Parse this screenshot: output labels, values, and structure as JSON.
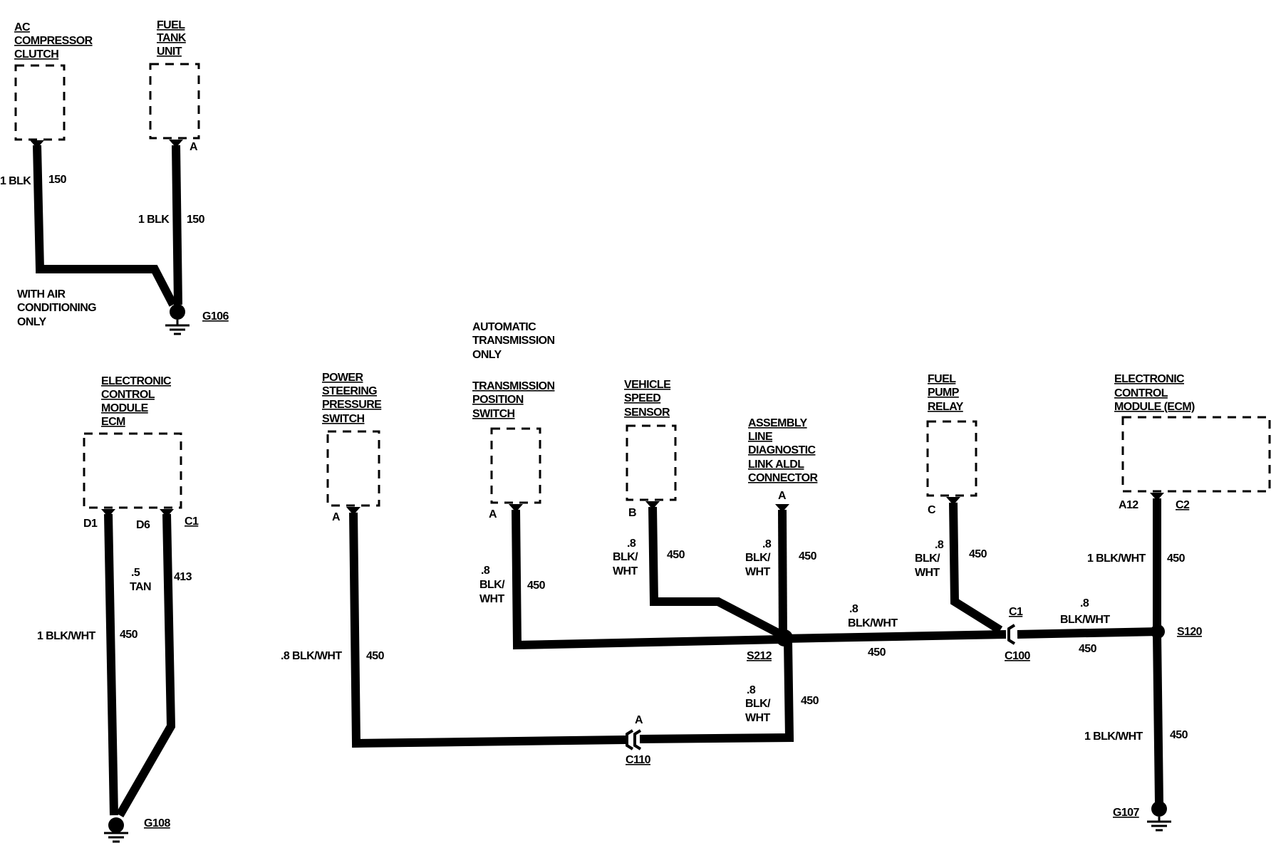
{
  "components": {
    "ac_clutch": [
      "AC",
      "COMPRESSOR",
      "CLUTCH"
    ],
    "fuel_tank": [
      "FUEL",
      "TANK",
      "UNIT"
    ],
    "ecm_left": [
      "ELECTRONIC",
      "CONTROL",
      "MODULE",
      "ECM"
    ],
    "ps_switch": [
      "POWER",
      "STEERING",
      "PRESSURE",
      "SWITCH"
    ],
    "auto_trans_note": [
      "AUTOMATIC",
      "TRANSMISSION",
      "ONLY"
    ],
    "tps_switch": [
      "TRANSMISSION",
      "POSITION",
      "SWITCH"
    ],
    "vss": [
      "VEHICLE",
      "SPEED",
      "SENSOR"
    ],
    "aldl": [
      "ASSEMBLY",
      "LINE",
      "DIAGNOSTIC",
      "LINK ALDL",
      "CONNECTOR"
    ],
    "fp_relay": [
      "FUEL",
      "PUMP",
      "RELAY"
    ],
    "ecm_right": [
      "ELECTRONIC",
      "CONTROL",
      "MODULE (ECM)"
    ]
  },
  "notes": {
    "ac_only": [
      "WITH AIR",
      "CONDITIONING",
      "ONLY"
    ]
  },
  "grounds": {
    "g106": "G106",
    "g108": "G108",
    "g107": "G107"
  },
  "splices": {
    "s212": "S212",
    "s120": "S120"
  },
  "connectors": {
    "c1_left": "C1",
    "c1_mid": "C1",
    "c100": "C100",
    "c110": "C110",
    "c2": "C2"
  },
  "pins": {
    "fuel_tank": "A",
    "ecm_d1": "D1",
    "ecm_d6": "D6",
    "ps": "A",
    "tps": "A",
    "vss": "B",
    "aldl": "A",
    "relay": "C",
    "ecm_a12": "A12",
    "c110": "A"
  },
  "wires": {
    "ac_size": "1 BLK",
    "ac_num": "150",
    "tank_size": "1 BLK",
    "tank_num": "150",
    "ecm_gnd_size": "1 BLK/WHT",
    "ecm_gnd_num": "450",
    "ecm_tan_size": [
      ".5",
      "TAN"
    ],
    "ecm_tan_num": "413",
    "ps_size": ".8 BLK/WHT",
    "ps_num": "450",
    "tps_size": [
      ".8",
      "BLK/",
      "WHT"
    ],
    "tps_num": "450",
    "vss_size": [
      ".8",
      "BLK/",
      "WHT"
    ],
    "vss_num": "450",
    "aldl_size": [
      ".8",
      "BLK/",
      "WHT"
    ],
    "aldl_num": "450",
    "s212_down_size": [
      ".8",
      "BLK/",
      "WHT"
    ],
    "s212_down_num": "450",
    "relay_size": [
      ".8",
      "BLK/",
      "WHT"
    ],
    "relay_num": "450",
    "s212_c100_size": [
      ".8",
      "BLK/WHT"
    ],
    "s212_c100_num": "450",
    "c100_s120_size": [
      ".8",
      "BLK/WHT"
    ],
    "c100_s120_num": "450",
    "ecm_right_size": "1 BLK/WHT",
    "ecm_right_num": "450",
    "s120_gnd_size": "1 BLK/WHT",
    "s120_gnd_num": "450"
  }
}
